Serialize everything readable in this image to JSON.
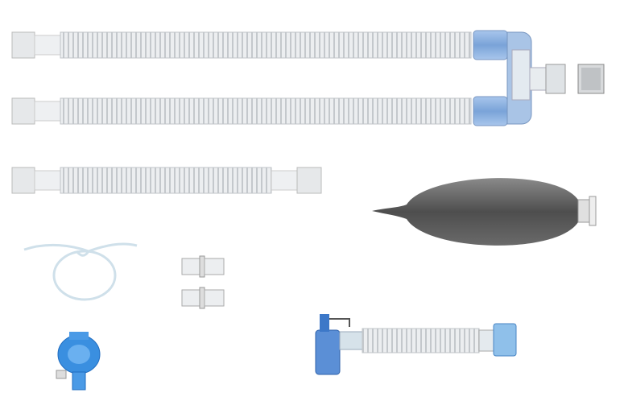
{
  "colors": {
    "tube": "#e4e6e8",
    "tube_rib": "#c9ccd0",
    "connector_blue": "#8fb3e0",
    "bag": "#5a5a5a",
    "filter_blue": "#3a8fe0",
    "clear_plastic": "#dfe8ee"
  },
  "components": [
    {
      "name": "corrugated-limb-inspiratory",
      "icon": "corrugated-tube"
    },
    {
      "name": "corrugated-limb-expiratory",
      "icon": "corrugated-tube"
    },
    {
      "name": "y-piece-connector",
      "icon": "y-connector"
    },
    {
      "name": "end-cap",
      "icon": "cap"
    },
    {
      "name": "extension-tube",
      "icon": "corrugated-tube"
    },
    {
      "name": "reservoir-bag",
      "icon": "breathing-bag"
    },
    {
      "name": "gas-sampling-line",
      "icon": "coiled-tubing"
    },
    {
      "name": "straight-connectors",
      "icon": "connector"
    },
    {
      "name": "hme-filter",
      "icon": "filter"
    },
    {
      "name": "catheter-mount",
      "icon": "catheter-mount"
    }
  ]
}
